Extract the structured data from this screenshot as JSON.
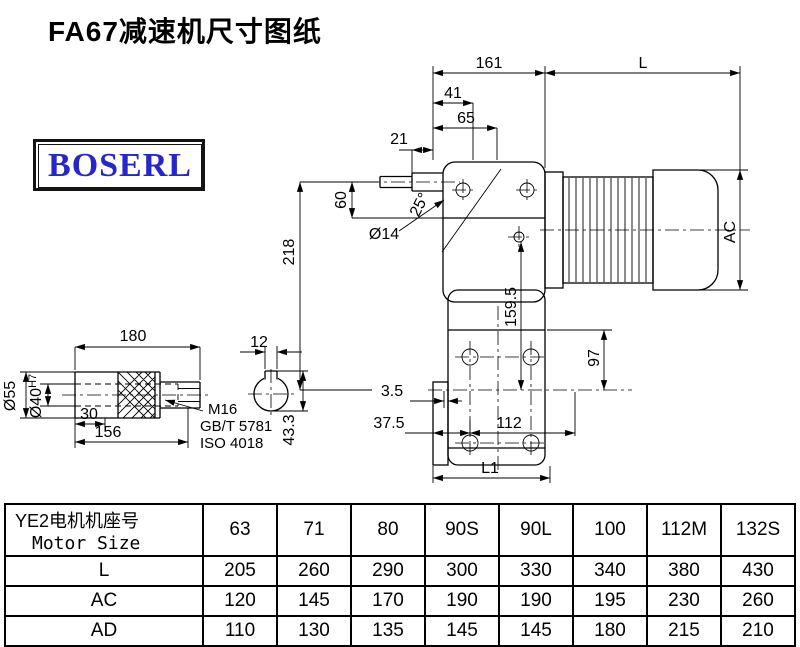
{
  "page": {
    "title": "FA67减速机尺寸图纸"
  },
  "logo": {
    "text": "BOSERL",
    "color": "#2626c9"
  },
  "drawing": {
    "dims": {
      "d161": "161",
      "dL": "L",
      "d41": "41",
      "d65": "65",
      "d21": "21",
      "d60": "60",
      "d218": "218",
      "d14": "Ø14",
      "d25": "25°",
      "dAC": "AC",
      "d159_5": "159.5",
      "d97": "97",
      "d3_5": "3.5",
      "d37_5": "37.5",
      "d112": "112",
      "dL1": "L1",
      "d180": "180",
      "d12": "12",
      "d55": "Ø55",
      "d40_base": "Ø40",
      "d40_tol": "H7",
      "d30": "30",
      "d156": "156",
      "d43_3": "43.3",
      "thread_callout_line1": "M16",
      "thread_callout_line2": "GB/T 5781",
      "thread_callout_line3": "ISO 4018"
    }
  },
  "table": {
    "header_line1": "YE2电机机座号",
    "header_line2": "Motor Size",
    "sizes": [
      "63",
      "71",
      "80",
      "90S",
      "90L",
      "100",
      "112M",
      "132S"
    ],
    "rows": [
      {
        "label": "L",
        "values": [
          "205",
          "260",
          "290",
          "300",
          "330",
          "340",
          "380",
          "430"
        ]
      },
      {
        "label": "AC",
        "values": [
          "120",
          "145",
          "170",
          "190",
          "190",
          "195",
          "230",
          "260"
        ]
      },
      {
        "label": "AD",
        "values": [
          "110",
          "130",
          "135",
          "145",
          "145",
          "180",
          "215",
          "210"
        ]
      }
    ]
  }
}
